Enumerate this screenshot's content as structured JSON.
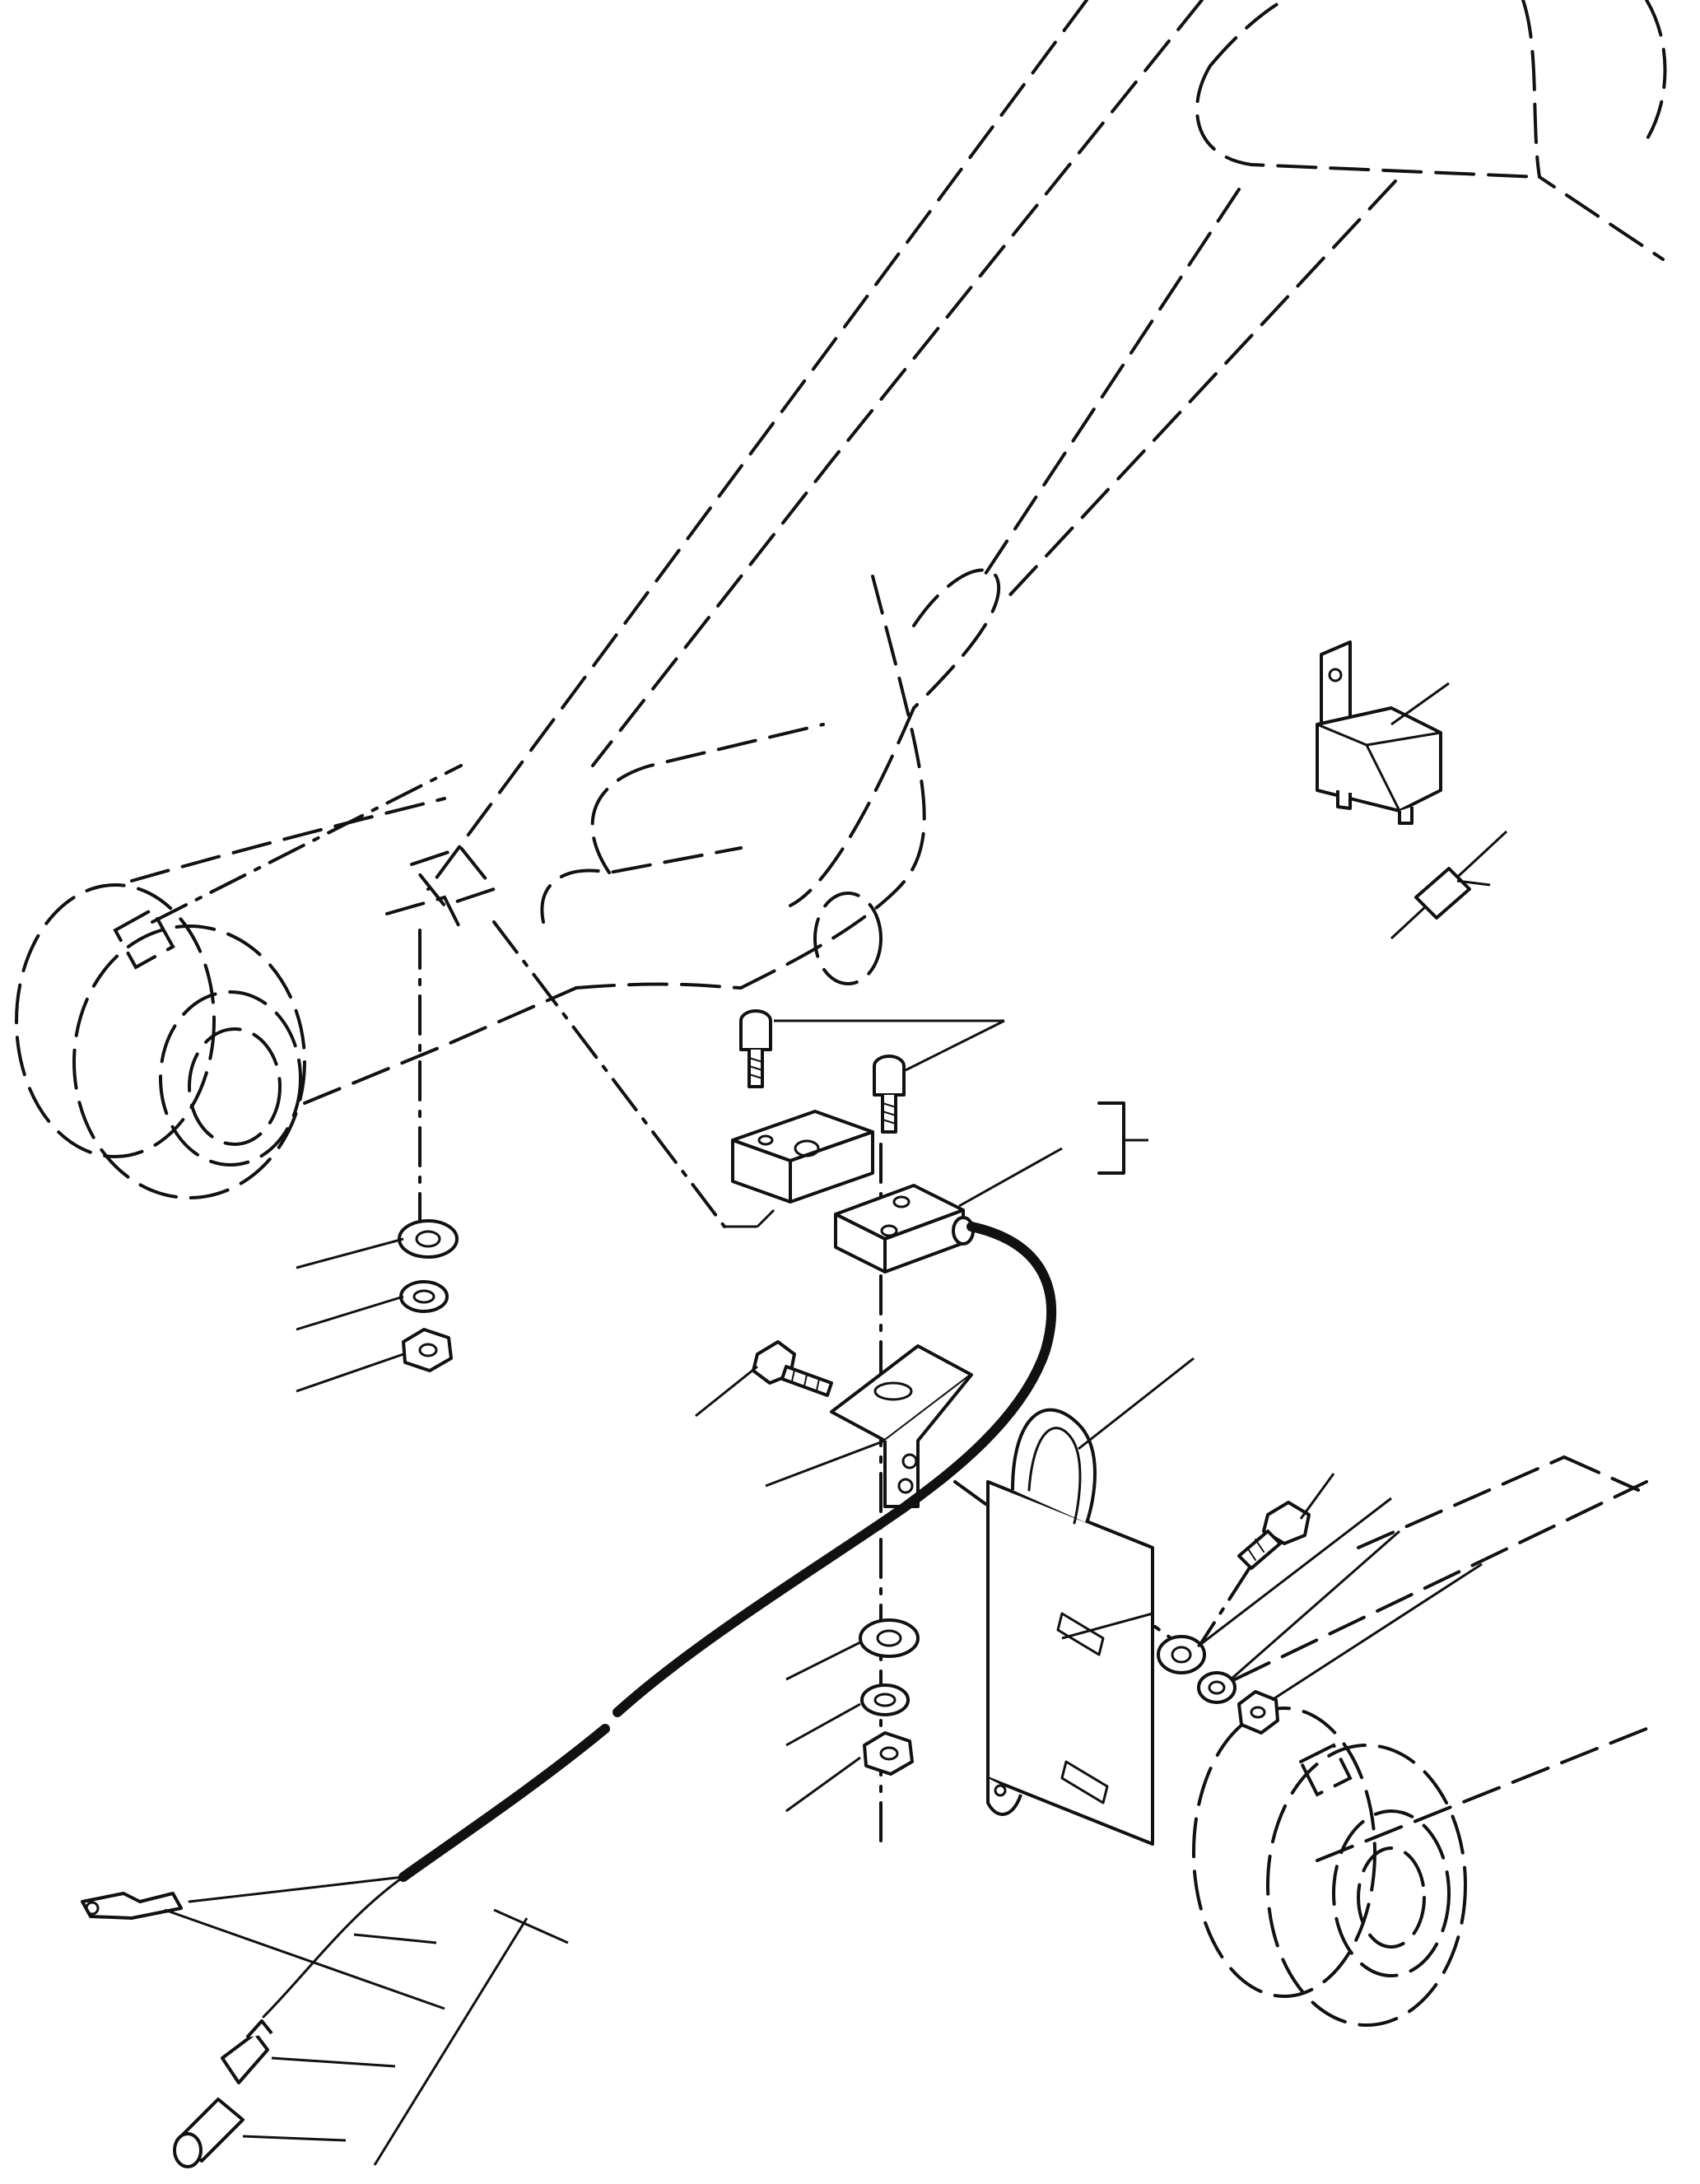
{
  "figure": {
    "type": "exploded parts illustration",
    "phantom_parts": [
      "boom-arm",
      "boom-cylinder-boss",
      "boom-bracket",
      "front-axle-housing"
    ],
    "solid_parts": [
      "relay",
      "inline-fuse",
      "cap-screw-pair",
      "switch-actuator-block",
      "proximity-switch",
      "switch-bracket",
      "bracket-mounting-bolt",
      "mounting-plate",
      "wiring-harness",
      "plain-washer",
      "lock-washer",
      "hex-nut",
      "ring-terminal",
      "spade-terminal",
      "terminal-sleeve"
    ],
    "labels": []
  }
}
